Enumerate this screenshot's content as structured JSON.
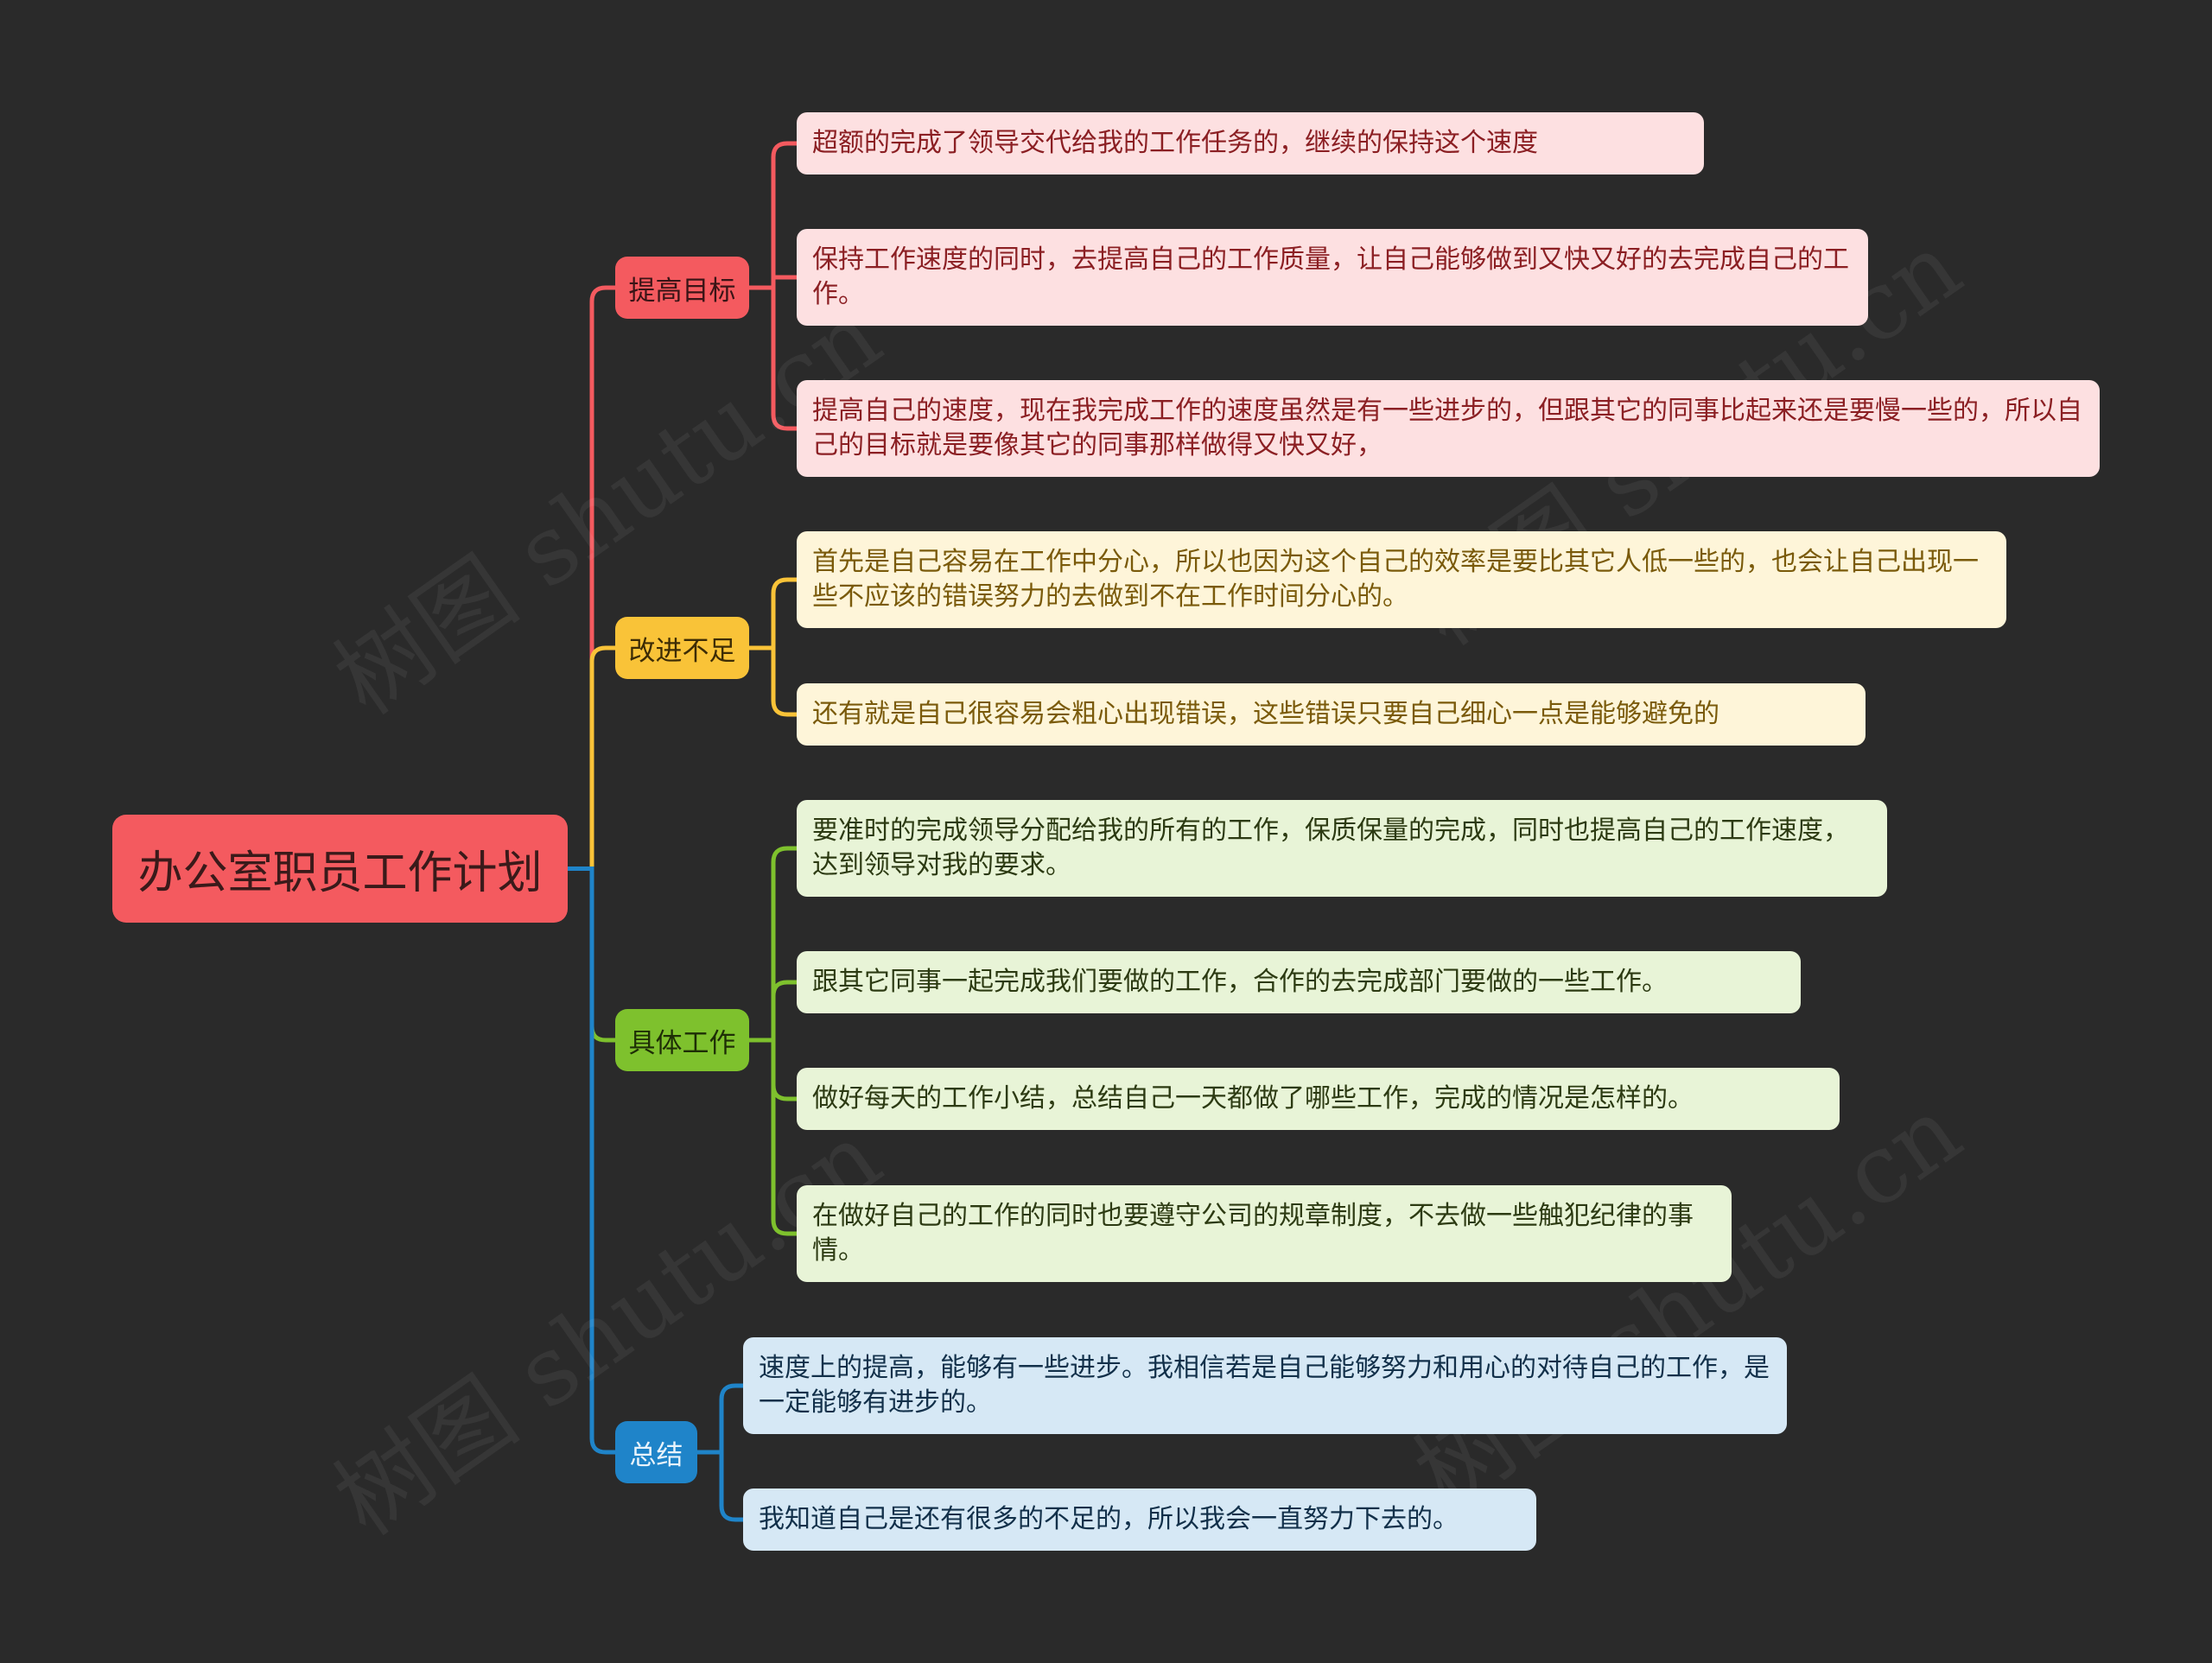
{
  "root": {
    "label": "办公室职员工作计划",
    "color": "#f45a5f"
  },
  "branches": [
    {
      "label": "提高目标",
      "color": "#f45a5f",
      "leaf_bg": "#fde0e1",
      "leaf_fg": "#8b1f23",
      "items": [
        "超额的完成了领导交代给我的工作任务的，继续的保持这个速度",
        "保持工作速度的同时，去提高自己的工作质量，让自己能够做到又快又好的去完成自己的工作。",
        "提高自己的速度，现在我完成工作的速度虽然是有一些进步的，但跟其它的同事比起来还是要慢一些的，所以自己的目标就是要像其它的同事那样做得又快又好，"
      ]
    },
    {
      "label": "改进不足",
      "color": "#f9c338",
      "leaf_bg": "#fef5d9",
      "leaf_fg": "#7a5a0a",
      "items": [
        "首先是自己容易在工作中分心，所以也因为这个自己的效率是要比其它人低一些的，也会让自己出现一些不应该的错误努力的去做到不在工作时间分心的。",
        "还有就是自己很容易会粗心出现错误，这些错误只要自己细心一点是能够避免的"
      ]
    },
    {
      "label": "具体工作",
      "color": "#7ec12d",
      "leaf_bg": "#e8f4d7",
      "leaf_fg": "#2c3a12",
      "items": [
        "要准时的完成领导分配给我的所有的工作，保质保量的完成，同时也提高自己的工作速度，达到领导对我的要求。",
        "跟其它同事一起完成我们要做的工作，合作的去完成部门要做的一些工作。",
        "做好每天的工作小结，总结自己一天都做了哪些工作，完成的情况是怎样的。",
        "在做好自己的工作的同时也要遵守公司的规章制度，不去做一些触犯纪律的事情。"
      ]
    },
    {
      "label": "总结",
      "color": "#1f84c9",
      "leaf_bg": "#d6e8f5",
      "leaf_fg": "#12304a",
      "items": [
        "速度上的提高，能够有一些进步。我相信若是自己能够努力和用心的对待自己的工作，是一定能够有进步的。",
        "我知道自己是还有很多的不足的，所以我会一直努力下去的。"
      ]
    }
  ]
}
